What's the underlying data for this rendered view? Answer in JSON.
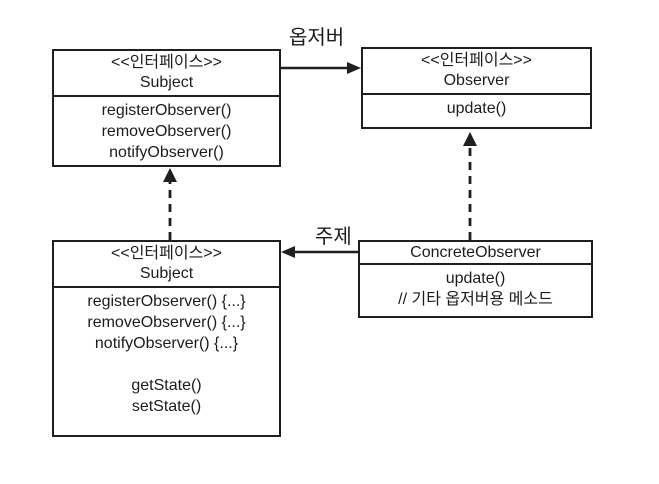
{
  "diagram": {
    "background": "#ffffff",
    "line_color": "#1f1f1f",
    "text_color": "#1c1c1c"
  },
  "classes": [
    {
      "id": "subject-interface",
      "stereotype": "<<인터페이스>>",
      "name": "Subject",
      "methods": [
        "registerObserver()",
        "removeObserver()",
        "notifyObserver()"
      ]
    },
    {
      "id": "observer-interface",
      "stereotype": "<<인터페이스>>",
      "name": "Observer",
      "methods": [
        "update()"
      ]
    },
    {
      "id": "concrete-subject",
      "stereotype": "<<인터페이스>>",
      "name": "Subject",
      "methods": [
        "registerObserver() {...}",
        "removeObserver() {...}",
        "notifyObserver() {...}",
        "",
        "getState()",
        "setState()"
      ]
    },
    {
      "id": "concrete-observer",
      "stereotype": "",
      "name": "ConcreteObserver",
      "methods": [
        "update()",
        "// 기타 옵저버용 메소드"
      ]
    }
  ],
  "relationships": {
    "observer_label": "옵저버",
    "subject_label": "주제"
  }
}
